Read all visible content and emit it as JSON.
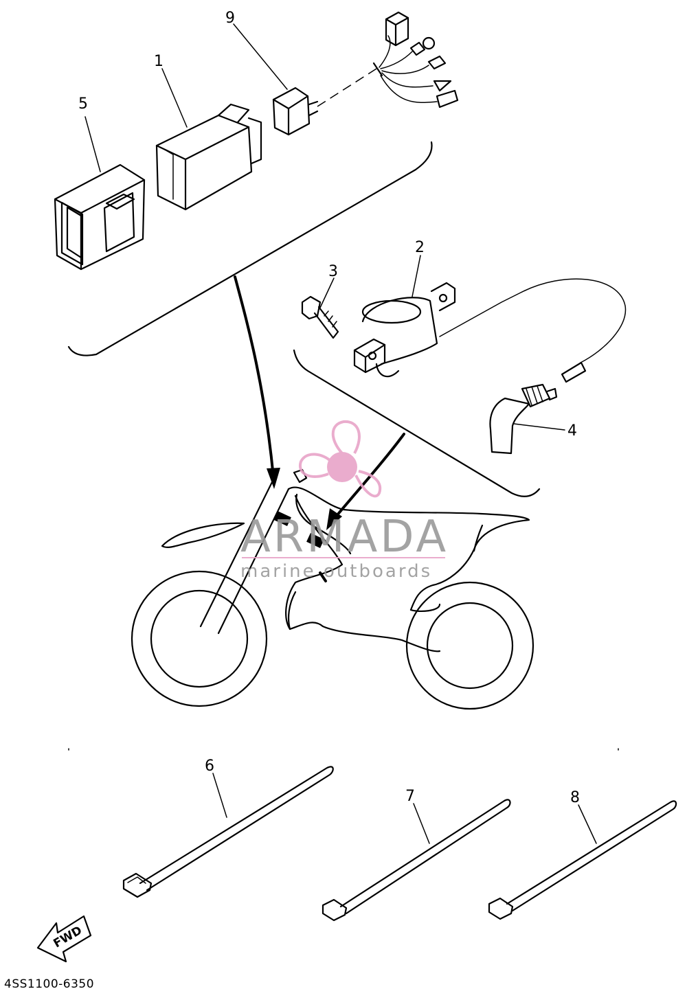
{
  "diagram": {
    "callouts": {
      "p1": "1",
      "p2": "2",
      "p3": "3",
      "p4": "4",
      "p5": "5",
      "p6": "6",
      "p7": "7",
      "p8": "8",
      "p9": "9"
    },
    "direction_label": "FWD",
    "reference_code": "4SS1100-6350"
  },
  "watermark": {
    "brand": "ARMADA",
    "tagline": "marine outboards",
    "accent_color": "#e8a4c8",
    "line_color": "#9a9a9a"
  },
  "colors": {
    "ink": "#000000",
    "background": "#ffffff"
  }
}
